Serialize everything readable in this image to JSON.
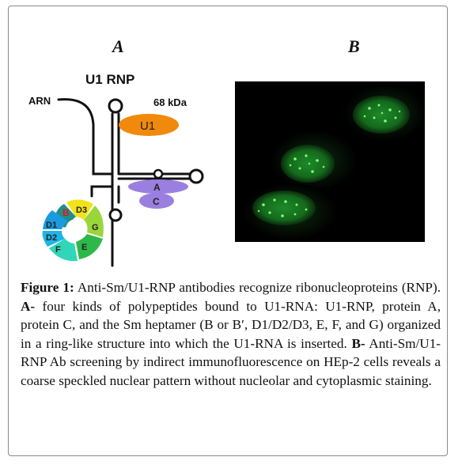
{
  "panels": {
    "a_label": "A",
    "b_label": "B"
  },
  "diagram": {
    "title": "U1 RNP",
    "rna_label": "ARN",
    "weight_label": "68 kDa",
    "proteins": {
      "u1": "U1",
      "a": "A",
      "c": "C"
    },
    "sm_ring": [
      "B",
      "D3",
      "G",
      "E",
      "F",
      "D2",
      "D1"
    ],
    "colors": {
      "u1": "#f0890c",
      "a": "#9b7fe0",
      "c": "#9b7fe0",
      "B": "#1e8f8a",
      "D3": "#f2e21a",
      "G": "#9ad63a",
      "E": "#2fb84a",
      "F": "#2fd6b8",
      "D2": "#1fb4e6",
      "D1": "#1a9ae0"
    }
  },
  "caption": {
    "figure_label": "Figure",
    "figure_number": "1:",
    "title": "Anti-Sm/U1-RNP antibodies recognize ribonucleoproteins (RNP).",
    "part_a_label": "A-",
    "part_a_text": "four kinds of polypeptides bound to U1-RNA: U1-RNP, protein A, protein C, and the Sm heptamer (B or B′, D1/D2/D3, E, F, and G) organized in a ring-like structure into which the U1-RNA is inserted.",
    "part_b_label": "B-",
    "part_b_text": "Anti-Sm/U1-RNP Ab screening by indirect immunofluorescence on HEp-2 cells reveals a coarse speckled nuclear pattern without nucleolar and cytoplasmic staining."
  }
}
